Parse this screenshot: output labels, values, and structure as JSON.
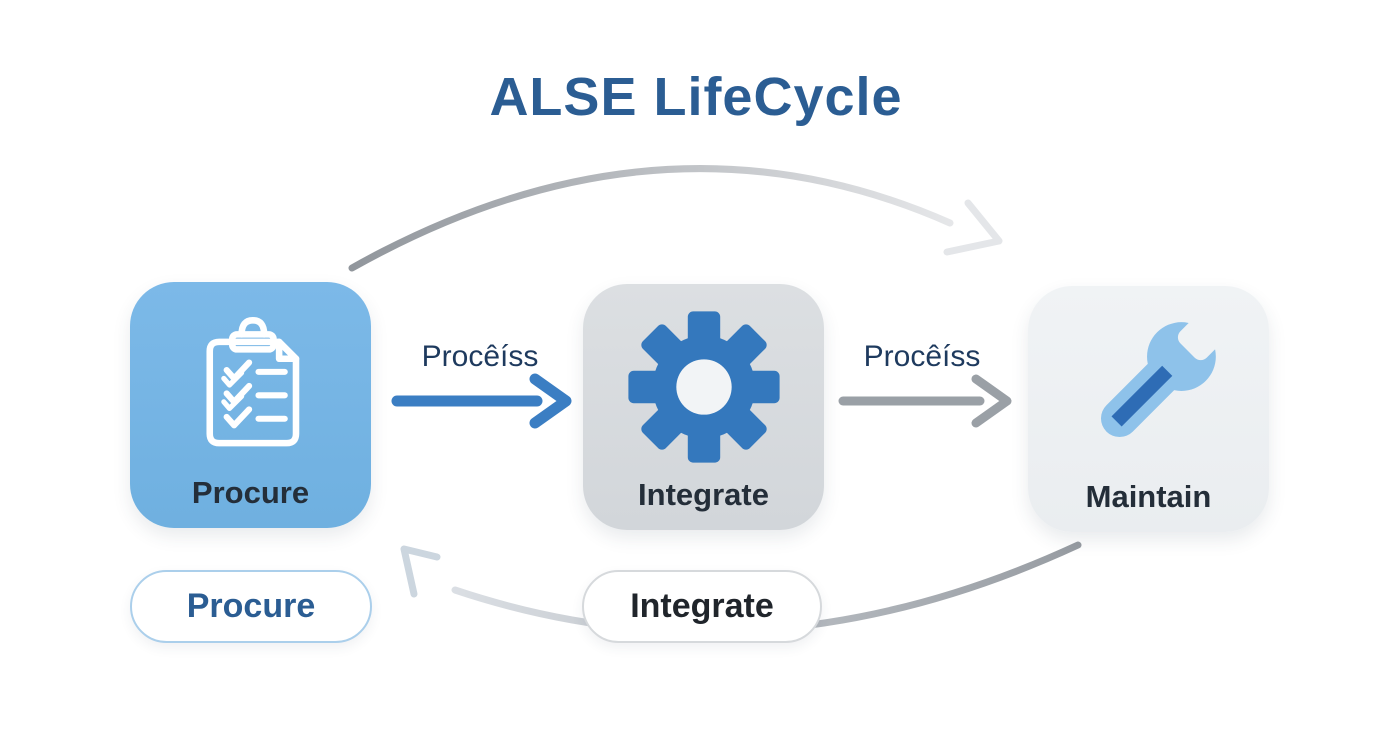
{
  "title": "ALSE LifeCycle",
  "stages": [
    {
      "id": "procure",
      "label": "Procure",
      "icon": "checklist-icon",
      "box_color": "#75b4e4"
    },
    {
      "id": "integrate",
      "label": "Integrate",
      "icon": "gear-icon",
      "box_color": "#d8dbdf"
    },
    {
      "id": "maintain",
      "label": "Maintain",
      "icon": "wrench-icon",
      "box_color": "#eef1f4"
    }
  ],
  "flow_arrows": [
    {
      "from": "Procure",
      "to": "Integrate",
      "label": "Procêíss",
      "color": "#3b7ec3"
    },
    {
      "from": "Integrate",
      "to": "Maintain",
      "label": "Procêíss",
      "color": "#9aa0a6"
    }
  ],
  "cycle_arrows": [
    {
      "from": "Procure",
      "to": "Maintain",
      "path": "top-arc",
      "color": "#9aa0a6"
    },
    {
      "from": "Maintain",
      "to": "Procure",
      "path": "bottom-arc",
      "color": "#9aa0a6"
    }
  ],
  "pills": [
    {
      "label": "Procure",
      "text_color": "#2b5d93",
      "border_color": "#abcfeb"
    },
    {
      "label": "Integrate",
      "text_color": "#20252b",
      "border_color": "#d6d9dc"
    }
  ],
  "colors": {
    "title": "#2b5d93",
    "background": "#ffffff",
    "accent_blue": "#3b7ec3",
    "arrow_gray": "#9aa0a6",
    "gear_blue": "#3478bd",
    "wrench_light": "#8ec2ea",
    "wrench_dark": "#2e6cb5",
    "stage_label": "#242e39"
  }
}
